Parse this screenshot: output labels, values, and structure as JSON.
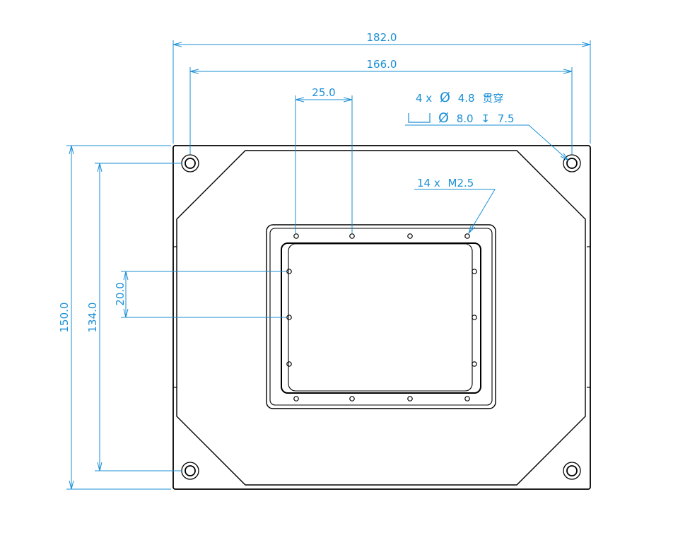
{
  "colors": {
    "dimension": "#1a8fd6",
    "part": "#000000",
    "background": "#ffffff"
  },
  "dimensions": {
    "overall_width": "182.0",
    "hole_spacing_x": "166.0",
    "tap_spacing_x": "25.0",
    "overall_height": "150.0",
    "hole_spacing_y": "134.0",
    "tap_spacing_y": "20.0"
  },
  "callouts": {
    "through_hole": {
      "count": "4 x",
      "diameter_symbol": "Ø",
      "diameter": "4.8",
      "type": "贯穿"
    },
    "counterbore": {
      "diameter_symbol": "Ø",
      "diameter": "8.0",
      "depth_symbol": "↧",
      "depth": "7.5"
    },
    "tapped_hole": {
      "count": "14 x",
      "thread": "M2.5"
    }
  }
}
